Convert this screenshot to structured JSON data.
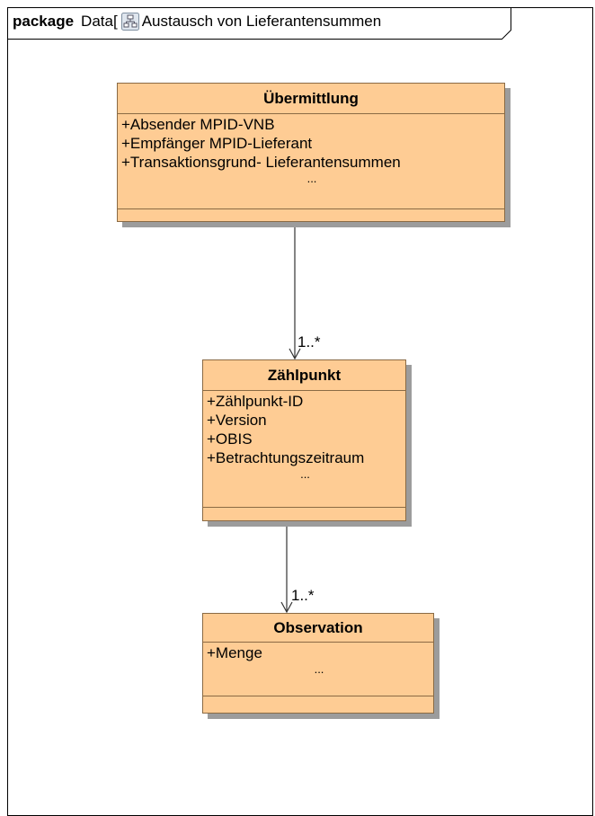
{
  "frame": {
    "keyword": "package",
    "name_prefix": "Data[",
    "diagram_name": "Austausch von Lieferantensummen",
    "icon": "package-diagram-icon"
  },
  "classes": [
    {
      "name": "Übermittlung",
      "attributes": [
        "+Absender MPID-VNB",
        "+Empfänger MPID-Lieferant",
        "+Transaktionsgrund- Lieferantensummen"
      ],
      "more": "..."
    },
    {
      "name": "Zählpunkt",
      "attributes": [
        "+Zählpunkt-ID",
        "+Version",
        "+OBIS",
        "+Betrachtungszeitraum"
      ],
      "more": "..."
    },
    {
      "name": "Observation",
      "attributes": [
        "+Menge"
      ],
      "more": "..."
    }
  ],
  "associations": [
    {
      "from": "Übermittlung",
      "to": "Zählpunkt",
      "multiplicity": "1..*"
    },
    {
      "from": "Zählpunkt",
      "to": "Observation",
      "multiplicity": "1..*"
    }
  ],
  "colors": {
    "class_fill": "#fecc94",
    "class_border": "#8a6a44",
    "shadow": "#9c9c9c",
    "line": "#333333"
  }
}
